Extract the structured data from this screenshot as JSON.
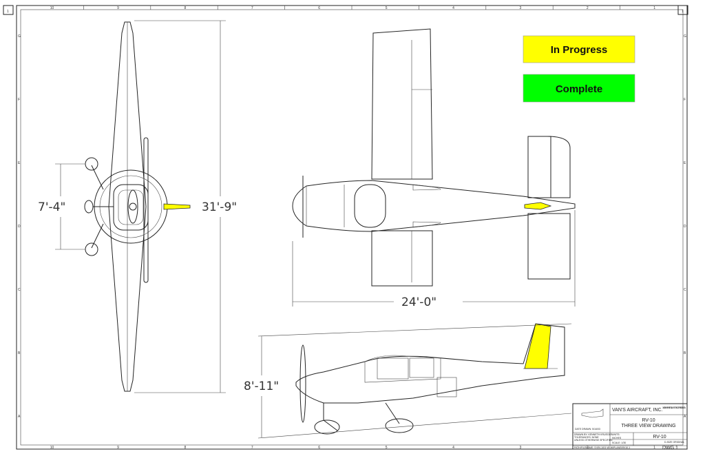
{
  "corner_labels": [
    "1",
    "1"
  ],
  "zones_top": [
    "10",
    "9",
    "8",
    "7",
    "6",
    "5",
    "4",
    "3",
    "2",
    "1"
  ],
  "zones_side": [
    "G",
    "F",
    "E",
    "D",
    "C",
    "B",
    "A"
  ],
  "status_buttons": {
    "in_progress": {
      "label": "In Progress",
      "color": "#ffff00"
    },
    "complete": {
      "label": "Complete",
      "color": "#00ff00"
    }
  },
  "highlight_color": "#ffff00",
  "dimensions": {
    "span": "31'-9\"",
    "gear_track": "7'-4\"",
    "length": "24'-0\"",
    "height": "8'-11\""
  },
  "title_block": {
    "company": "VAN'S AIRCRAFT, INC.",
    "address": "14401 NE KEIL RD. AURORA, OR 97002 USA",
    "title_line1": "RV-10",
    "title_line2": "THREE VIEW DRAWING",
    "date_drawn": "DATE DRAWN: 5/16/03",
    "drawn_by": "DRAWN BY: KENNETH KRUEGER",
    "tolerances": "TOLERANCES: NONE",
    "unless": "UNLESS OTHERWISE SPECIFIED",
    "path": "PATH/FILENAME: S:\\RV-10\\3 VIEW\\PLANS\\RV10-1",
    "units_label": "UNITS:",
    "units": "INCHES",
    "scale": "SCALE: 1/30",
    "model": "RV-10",
    "size": "D-SIZE ORIGINAL",
    "dwg": "DWG 1"
  }
}
